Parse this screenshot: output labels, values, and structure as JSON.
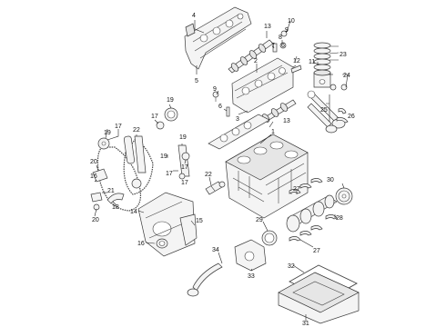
{
  "callouts": {
    "c4": "4",
    "c5": "5",
    "c13a": "13",
    "c10": "10",
    "c9": "9",
    "c8": "8",
    "c7": "7",
    "c6": "6",
    "c2": "2",
    "c12": "12",
    "c11": "11",
    "c23": "23",
    "c24": "24",
    "c25": "25",
    "c26": "26",
    "c9b": "9",
    "c6b": "6",
    "c3": "3",
    "c13b": "13",
    "c1": "1",
    "c19a": "19",
    "c17a": "17",
    "c17b": "17",
    "c19b": "19",
    "c22a": "22",
    "c19c": "19",
    "c17c": "17",
    "c17d": "17",
    "c19d": "19",
    "c17e": "17",
    "c20a": "20",
    "c16a": "16",
    "c21": "21",
    "c18": "18",
    "c20b": "20",
    "c14": "14",
    "c22b": "22",
    "c15": "15",
    "c16b": "16",
    "c30": "30",
    "c27a": "27",
    "c28": "28",
    "c29": "29",
    "c27b": "27",
    "c34": "34",
    "c33": "33",
    "c32": "32",
    "c31": "31"
  }
}
